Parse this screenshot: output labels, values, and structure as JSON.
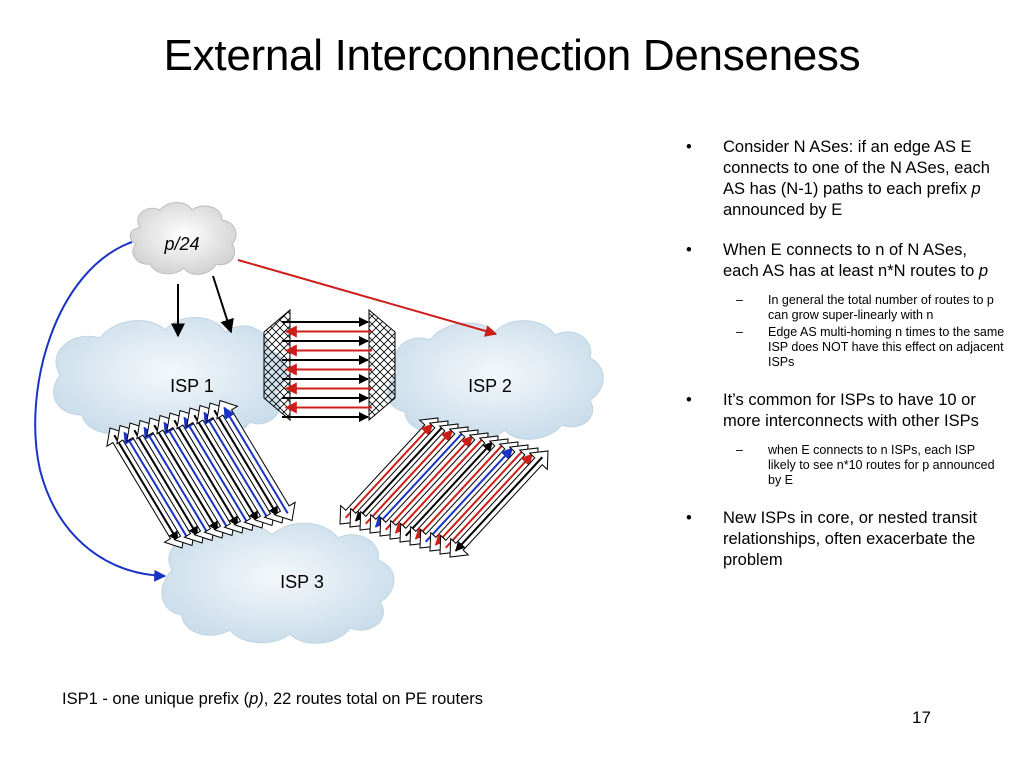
{
  "slide": {
    "title": "External Interconnection Denseness",
    "page_number": "17"
  },
  "diagram": {
    "prefix_cloud_label": "p/24",
    "isp_clouds": [
      {
        "id": "isp1",
        "label": "ISP 1"
      },
      {
        "id": "isp2",
        "label": "ISP 2"
      },
      {
        "id": "isp3",
        "label": "ISP 3"
      }
    ],
    "colors": {
      "black_routes": "#000000",
      "red_routes": "#cc1f1a",
      "blue_routes": "#1a33c4",
      "cloud_fill": "#d2e3ef",
      "cloud_edge": "#bcd0de"
    }
  },
  "bullets": [
    {
      "parts": [
        {
          "text": "Consider N ASes: if an edge AS E connects to one of the N ASes, each AS has (N-1) paths to each prefix "
        },
        {
          "text": "p",
          "italic": true
        },
        {
          "text": " announced by E"
        }
      ],
      "subs": []
    },
    {
      "parts": [
        {
          "text": "When E connects to n of N ASes, each AS has at least n*N routes to "
        },
        {
          "text": "p",
          "italic": true
        }
      ],
      "subs": [
        "In general the total number of routes to p  can grow super-linearly with n",
        "Edge AS multi-homing n times to the same ISP does NOT have this effect on adjacent ISPs"
      ]
    },
    {
      "parts": [
        {
          "text": "It’s common for ISPs to have 10 or more interconnects with other ISPs"
        }
      ],
      "subs": [
        "when E connects to n ISPs, each ISP likely to see n*10 routes for p announced by E"
      ]
    },
    {
      "parts": [
        {
          "text": "New ISPs in core, or nested transit relationships, often exacerbate the problem"
        }
      ],
      "subs": []
    }
  ],
  "caption": {
    "before": "ISP1 - one unique prefix (",
    "italic": "p)",
    "after": ", 22 routes total on PE routers"
  }
}
